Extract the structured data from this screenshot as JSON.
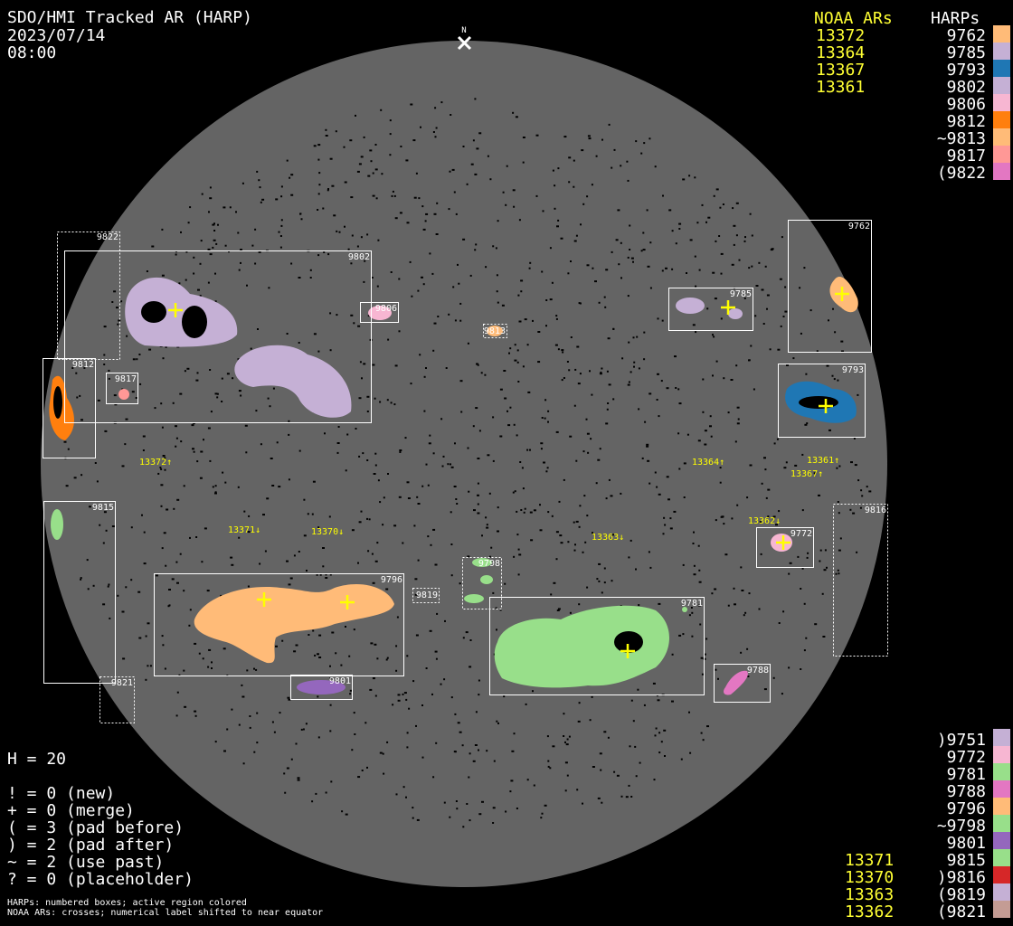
{
  "header": {
    "title": "SDO/HMI Tracked AR (HARP)",
    "date": "2023/07/14",
    "time": "08:00",
    "north": "N"
  },
  "legend_top": {
    "noaa_title": "NOAA ARs",
    "harp_title": "HARPs",
    "noaa": [
      "13372",
      "13364",
      "13367",
      "13361"
    ],
    "harps": [
      {
        "label": "9762",
        "color": "#ffbb78"
      },
      {
        "label": "9785",
        "color": "#c5b0d5"
      },
      {
        "label": "9793",
        "color": "#1f77b4"
      },
      {
        "label": "9802",
        "color": "#c5b0d5"
      },
      {
        "label": "9806",
        "color": "#f7b6d2"
      },
      {
        "label": "9812",
        "color": "#ff7f0e"
      },
      {
        "label": "~9813",
        "color": "#ffbb78"
      },
      {
        "label": "9817",
        "color": "#ff9896"
      },
      {
        "label": "(9822",
        "color": "#e377c2"
      }
    ]
  },
  "legend_bottom": {
    "noaa": [
      "13371",
      "13370",
      "13363",
      "13362"
    ],
    "harps": [
      {
        "label": ")9751",
        "color": "#c5b0d5"
      },
      {
        "label": "9772",
        "color": "#f7b6d2"
      },
      {
        "label": "9781",
        "color": "#98df8a"
      },
      {
        "label": "9788",
        "color": "#e377c2"
      },
      {
        "label": "9796",
        "color": "#ffbb78"
      },
      {
        "label": "~9798",
        "color": "#98df8a"
      },
      {
        "label": "9801",
        "color": "#9467bd"
      },
      {
        "label": "9815",
        "color": "#98df8a"
      },
      {
        "label": ")9816",
        "color": "#d62728"
      },
      {
        "label": "(9819",
        "color": "#c5b0d5"
      },
      {
        "label": "(9821",
        "color": "#c49c94"
      }
    ]
  },
  "stats": {
    "h": "H = 20",
    "lines": [
      "! = 0 (new)",
      "+ = 0 (merge)",
      "( = 3 (pad before)",
      ") = 2 (pad after)",
      "~ = 2 (use past)",
      "? = 0 (placeholder)"
    ]
  },
  "footnote": [
    "HARPs: numbered boxes; active region colored",
    "NOAA ARs: crosses; numerical label shifted to near equator"
  ],
  "boxes": {
    "b9822": "9822",
    "b9802": "9802",
    "b9806": "9806",
    "b9813": "9813",
    "b9817": "9817",
    "b9812": "9812",
    "b9785": "9785",
    "b9762": "9762",
    "b9793": "9793",
    "b9815": "9815",
    "b9821": "9821",
    "b9796": "9796",
    "b9801": "9801",
    "b9819": "9819",
    "b9798": "9798",
    "b9781": "9781",
    "b9788": "9788",
    "b9772": "9772",
    "b9816": "9816"
  },
  "noaa_labels": {
    "l13372": "13372↑",
    "l13364": "13364↑",
    "l13361": "13361↑",
    "l13367": "13367↑",
    "l13362": "13362↓",
    "l13371": "13371↓",
    "l13370": "13370↓",
    "l13363": "13363↓"
  }
}
